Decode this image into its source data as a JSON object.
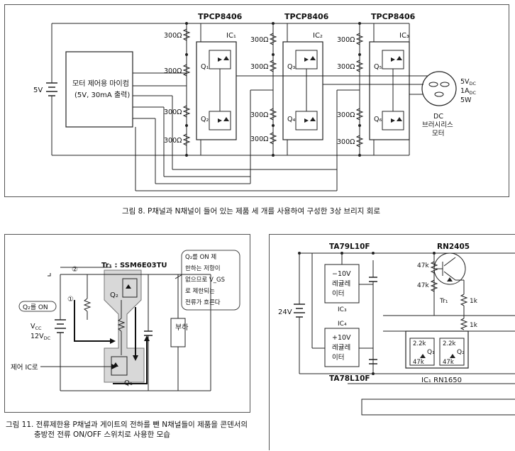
{
  "fig8": {
    "chip_labels": [
      "TPCP8406",
      "TPCP8406",
      "TPCP8406"
    ],
    "ic_labels": [
      "IC₁",
      "IC₂",
      "IC₃"
    ],
    "resistor_label": "300Ω",
    "supply": "5V",
    "mcu_line1": "모터 제어용 마이컴",
    "mcu_line2": "(5V, 30mA 출력)",
    "transistors": [
      "Q₁",
      "Q₂",
      "Q₃",
      "Q₄",
      "Q₅",
      "Q₆"
    ],
    "motor_spec1": "5V",
    "motor_spec1_sub": "DC",
    "motor_spec2": "1A",
    "motor_spec2_sub": "DC",
    "motor_spec3": "5W",
    "motor_name1": "DC",
    "motor_name2": "브러시리스",
    "motor_name3": "모터",
    "caption": "그림 8. P채널과 N채널이 들어 있는 제품 세 개를 사용하여 구성한 3상 브리지 회로"
  },
  "fig11": {
    "label_2": "②",
    "label_1": "①",
    "tr1_label": "Tr₁ : SSM6E03TU",
    "q2_on": "Q₂를 ON",
    "vcc_line1": "V",
    "vcc_sub": "CC",
    "vcc_line2": "12V",
    "vcc_line2_sub": "DC",
    "q2": "Q₂",
    "q1": "Q₁",
    "load": "부하",
    "control_ic": "제어 IC로",
    "note_lines": [
      "Q₂를 ON 제",
      "한하는 저항이",
      "없으므로 V_GS",
      "로 제한되는",
      "전류가 흐른다"
    ],
    "caption_line1": "그림 11. 전류제한용 P채널과 게이트의 전하를 뺀 N채널들이 제품을 콘덴서의",
    "caption_line2": "충방전 전류 ON/OFF 스위치로 사용한 모습"
  },
  "figR": {
    "ta79": "TA79L10F",
    "ta78": "TA78L10F",
    "rn2405": "RN2405",
    "reg1_lines": [
      "−10V",
      "레귤레",
      "이터"
    ],
    "reg2_lines": [
      "+10V",
      "레귤레",
      "이터"
    ],
    "ic3": "IC₃",
    "ic4": "IC₄",
    "supply": "24V",
    "r47k_a": "47k",
    "r47k_b": "47k",
    "tr1": "Tr₁",
    "r1k_a": "1k",
    "r1k_b": "1k",
    "r22k_a": "2.2k",
    "r22k_b": "2.2k",
    "r47k_c": "47k",
    "r47k_d": "47k",
    "q1": "Q₁",
    "q2": "Q₂",
    "ic1": "IC₁ RN1650"
  }
}
